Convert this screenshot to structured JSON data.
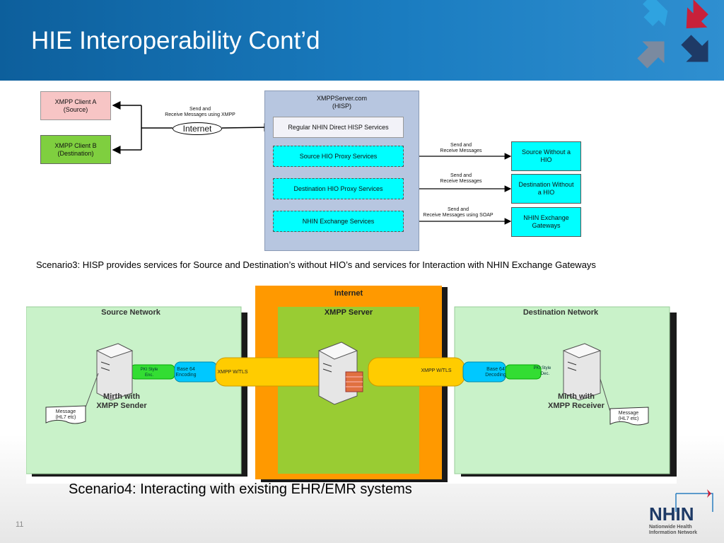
{
  "slide": {
    "title": "HIE Interoperability Cont’d",
    "page_number": "11",
    "caption_scenario3": "Scenario3: HISP provides services for Source and Destination’s without HIO’s and services for Interaction with NHIN Exchange Gateways",
    "caption_scenario4": "Scenario4: Interacting with existing EHR/EMR systems"
  },
  "scenario3": {
    "client_a": "XMPP Client A\n(Source)",
    "client_b": "XMPP Client B\n(Destination)",
    "internet_label": "Internet",
    "send_receive_xmpp": "Send and\nReceive Messages using XMPP",
    "hisp_title": "XMPPServer.com\n(HISP)",
    "regular_services": "Regular NHIN Direct HISP Services",
    "source_proxy": "Source HIO Proxy Services",
    "dest_proxy": "Destination HIO Proxy Services",
    "exchange_services": "NHIN Exchange Services",
    "send_receive_1": "Send and\nReceive Messages",
    "send_receive_2": "Send and\nReceive Messages",
    "send_receive_soap": "Send and\nReceive Messages using SOAP",
    "source_without_hio": "Source Without a\nHIO",
    "dest_without_hio": "Destination Without\na HIO",
    "nhin_gateways": "NHIN Exchange\nGateways"
  },
  "scenario4": {
    "internet": "Internet",
    "source_network": "Source Network",
    "xmpp_server": "XMPP Server",
    "destination_network": "Destination Network",
    "pki_enc_1": "PKI Style",
    "pki_enc_2": "Enc.",
    "base64_enc_1": "Base 64",
    "base64_enc_2": "Encoding",
    "xmpp_tls_left": "XMPP W/TLS",
    "xmpp_tls_right": "XMPP W/TLS",
    "base64_dec_1": "Base 64",
    "base64_dec_2": "Decoding",
    "pki_dec_1": "PKI Style",
    "pki_dec_2": "Dec.",
    "sender_1": "Mirth with",
    "sender_2": "XMPP Sender",
    "receiver_1": "Mirth with",
    "receiver_2": "XMPP Receiver",
    "msg_left_1": "Message",
    "msg_left_2": "(HL7 etc)",
    "msg_right_1": "Message",
    "msg_right_2": "(HL7 etc)"
  },
  "logo": {
    "name": "NHIN",
    "sub_1": "Nationwide Health",
    "sub_2": "Information Network"
  },
  "colors": {
    "header_blue": "#1a7cc0",
    "client_a_fill": "#f7c5c5",
    "client_b_fill": "#7fcf3f",
    "hisp_fill": "#b7c6e0",
    "cyan": "#00ffff",
    "orange": "#ff9900",
    "green": "#99cc33",
    "light_green": "#c9f2c9",
    "yellow_pipe": "#ffcc00"
  }
}
